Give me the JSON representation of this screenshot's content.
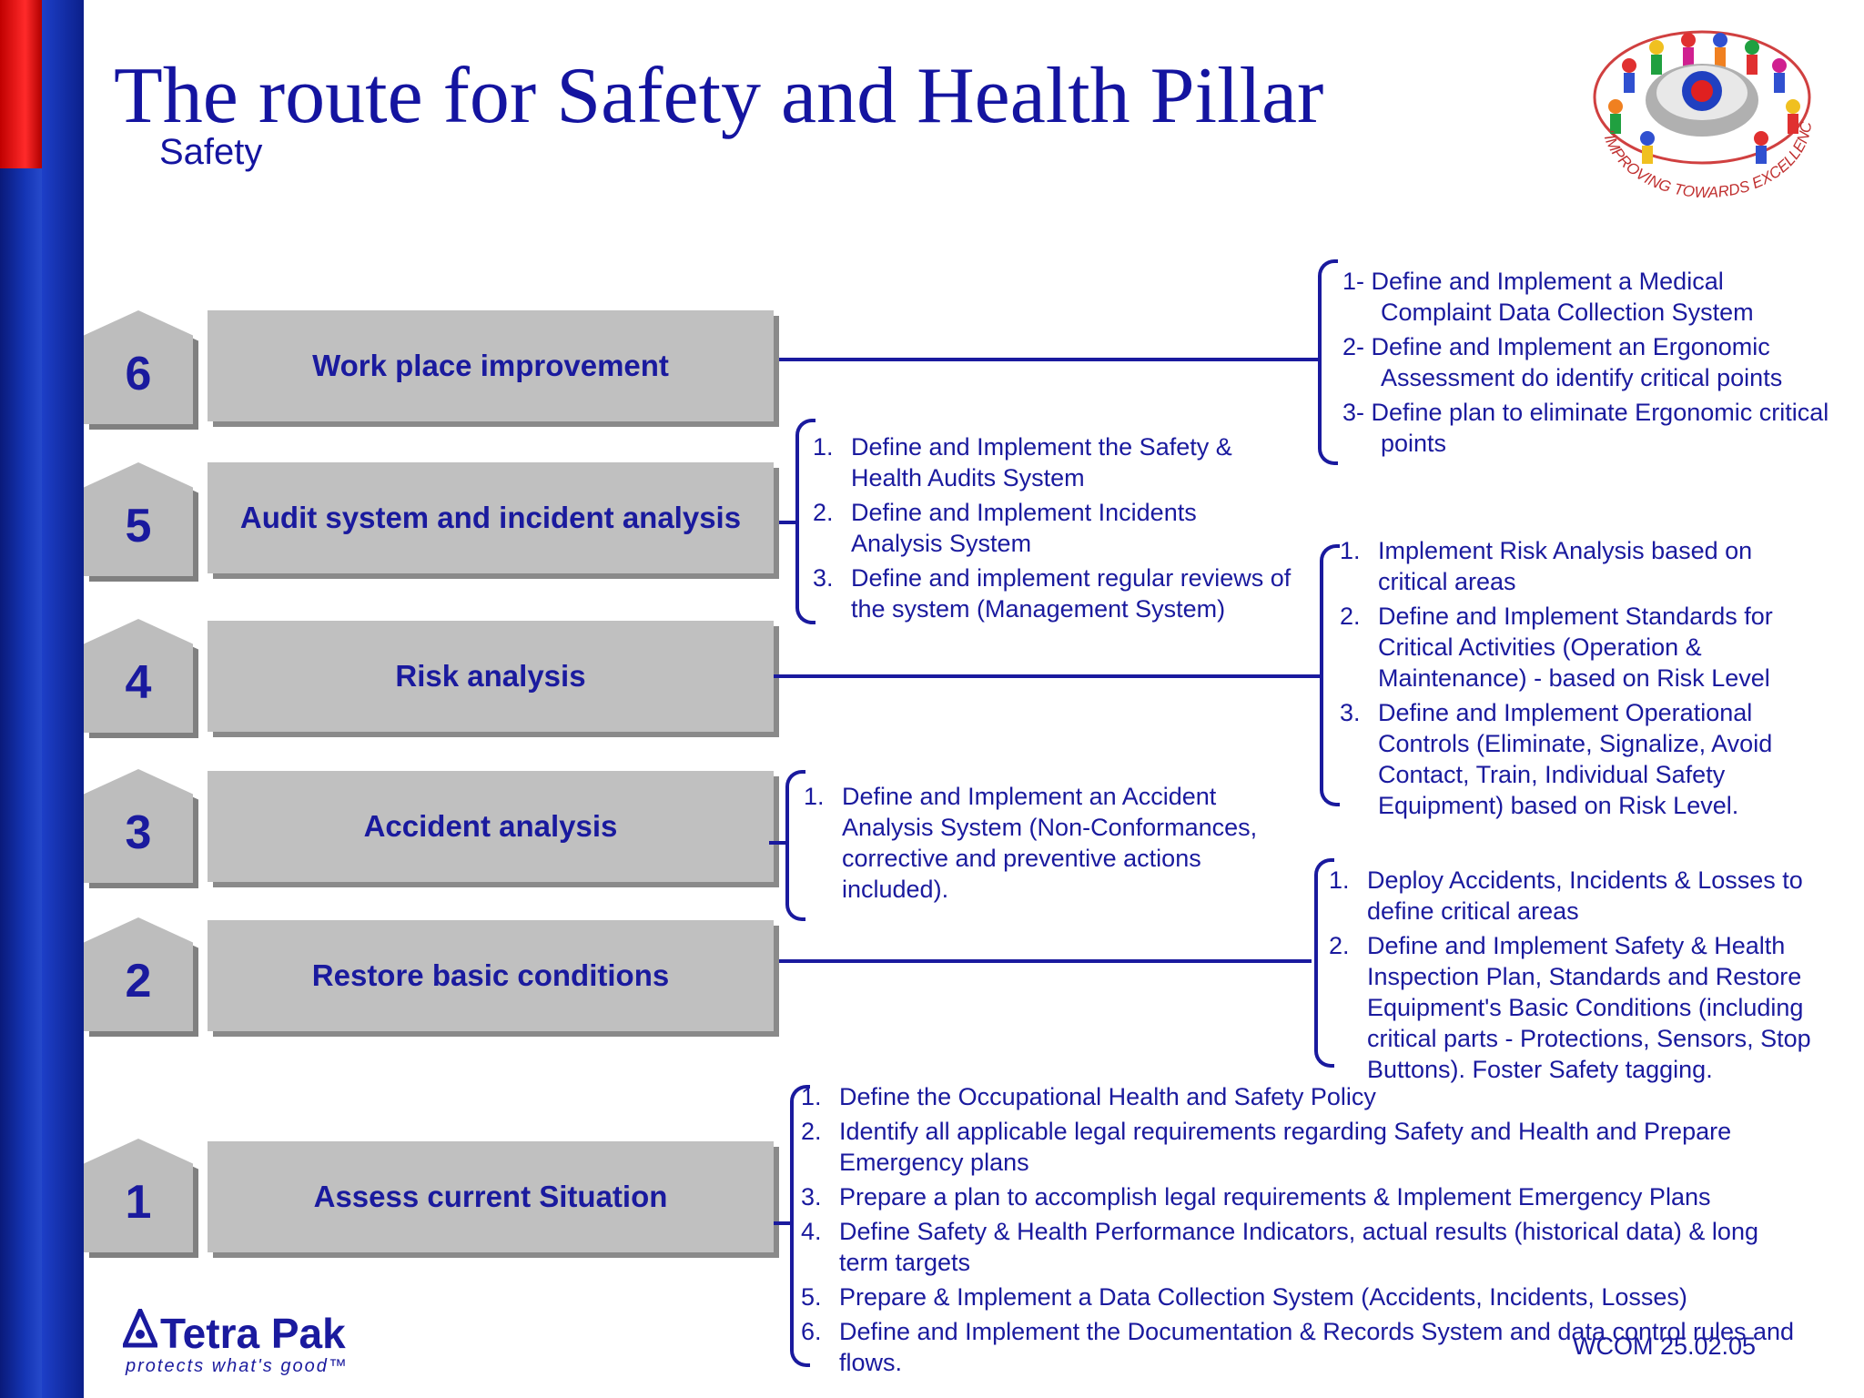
{
  "title": "The route for Safety and Health Pillar",
  "subtitle": "Safety",
  "logo": {
    "ring_text": "\"IMPROVING TOWARDS EXCELLENCE\""
  },
  "steps": [
    {
      "number": "6",
      "label": "Work place improvement"
    },
    {
      "number": "5",
      "label": "Audit system and incident analysis"
    },
    {
      "number": "4",
      "label": "Risk analysis"
    },
    {
      "number": "3",
      "label": "Accident analysis"
    },
    {
      "number": "2",
      "label": "Restore basic conditions"
    },
    {
      "number": "1",
      "label": "Assess current Situation"
    }
  ],
  "details": {
    "step6": [
      "1- Define and Implement a Medical",
      "Complaint Data Collection System",
      "2- Define and Implement an Ergonomic",
      "Assessment do identify critical points",
      "3- Define plan to eliminate Ergonomic critical",
      "points"
    ],
    "step5": [
      {
        "n": "1.",
        "lines": [
          "Define and Implement the Safety &",
          "Health Audits System"
        ]
      },
      {
        "n": "2.",
        "lines": [
          "Define and Implement Incidents",
          "Analysis System"
        ]
      },
      {
        "n": "3.",
        "lines": [
          "Define and implement regular reviews of",
          "the system (Management System)"
        ]
      }
    ],
    "step4": [
      {
        "n": "1.",
        "lines": [
          "Implement Risk Analysis based on",
          "critical areas"
        ]
      },
      {
        "n": "2.",
        "lines": [
          "Define and Implement Standards for",
          "Critical Activities (Operation &",
          "Maintenance) - based on Risk Level"
        ]
      },
      {
        "n": "3.",
        "lines": [
          "Define and Implement Operational",
          "Controls (Eliminate, Signalize, Avoid",
          "Contact, Train, Individual Safety",
          "Equipment) based on Risk Level."
        ]
      }
    ],
    "step3": [
      {
        "n": "1.",
        "lines": [
          "Define and Implement an Accident",
          "Analysis System (Non-Conformances,",
          "corrective and preventive actions",
          "included)."
        ]
      }
    ],
    "step2": [
      {
        "n": "1.",
        "lines": [
          "Deploy Accidents, Incidents & Losses to",
          "define critical areas"
        ]
      },
      {
        "n": "2.",
        "lines": [
          "Define and Implement Safety & Health",
          "Inspection Plan, Standards and Restore",
          "Equipment's Basic Conditions (including",
          "critical parts - Protections, Sensors, Stop",
          "Buttons). Foster Safety tagging."
        ]
      }
    ],
    "step1": [
      {
        "n": "1.",
        "lines": [
          "Define the Occupational Health and Safety Policy"
        ]
      },
      {
        "n": "2.",
        "lines": [
          "Identify all applicable legal requirements regarding Safety and Health and Prepare",
          "Emergency plans"
        ]
      },
      {
        "n": "3.",
        "lines": [
          "Prepare a plan to accomplish legal requirements & Implement Emergency Plans"
        ]
      },
      {
        "n": "4.",
        "lines": [
          "Define Safety & Health Performance Indicators, actual results (historical data) & long",
          "term targets"
        ]
      },
      {
        "n": "5.",
        "lines": [
          "Prepare & Implement a Data Collection System (Accidents, Incidents, Losses)"
        ]
      },
      {
        "n": "6.",
        "lines": [
          "Define and Implement the Documentation & Records System and data control rules and",
          "flows."
        ]
      }
    ]
  },
  "brand": {
    "name": "Tetra Pak",
    "tagline": "protects what's good™"
  },
  "footer": "WCOM  25.02.05"
}
